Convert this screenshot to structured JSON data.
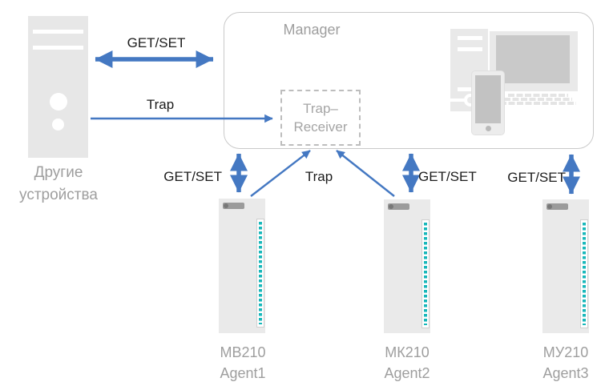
{
  "diagram": {
    "manager": {
      "title": "Manager"
    },
    "trap_receiver": {
      "line1": "Trap–",
      "line2": "Receiver"
    },
    "labels": {
      "get_set": "GET/SET",
      "trap": "Trap"
    },
    "other_devices": {
      "line1": "Другие",
      "line2": "устройства"
    },
    "devices": [
      {
        "model": "МВ210",
        "agent": "Agent1"
      },
      {
        "model": "МК210",
        "agent": "Agent2"
      },
      {
        "model": "МУ210",
        "agent": "Agent3"
      }
    ],
    "icons": {
      "left": "server-tower-icon",
      "manager_station": [
        "pc-tower-icon",
        "monitor-icon",
        "keyboard-icon",
        "smartphone-icon"
      ],
      "agent_module": "io-module-icon with teal LED strip and vendor logo"
    },
    "colors": {
      "arrow_blue": "#4478c2",
      "led_teal": "#17b7ba",
      "muted_text": "#9e9e9e",
      "icon_gray_light": "#e9e9e9",
      "icon_gray_dark": "#c9c9c9",
      "box_border": "#c9c9c9",
      "dashed_border": "#bdbdbd"
    }
  }
}
